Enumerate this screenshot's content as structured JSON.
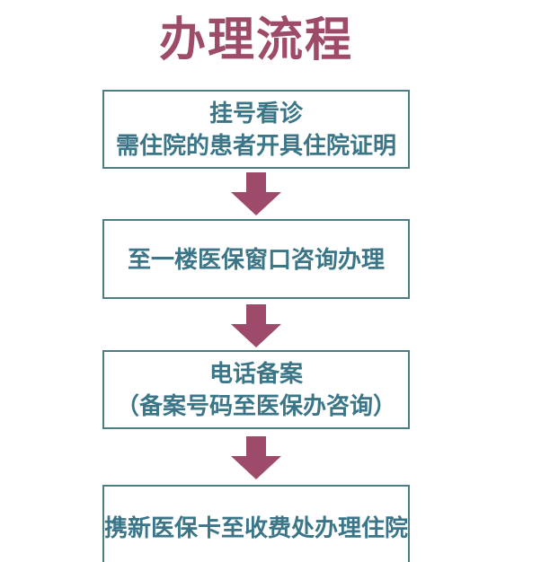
{
  "title": "办理流程",
  "flow": {
    "steps": [
      {
        "lines": [
          "挂号看诊",
          "需住院的患者开具住院证明"
        ]
      },
      {
        "lines": [
          "至一楼医保窗口咨询办理"
        ]
      },
      {
        "lines": [
          "电话备案",
          "（备案号码至医保办咨询）"
        ]
      },
      {
        "lines": [
          "携新医保卡至收费处办理住院"
        ]
      }
    ]
  },
  "icons": {
    "connector": "down-block-arrow-icon"
  },
  "colors": {
    "title": "#9e4a69",
    "arrow": "#9d4a6b",
    "box_border": "#4c7d83",
    "box_text": "#3b7588",
    "background": "#ffffff"
  }
}
